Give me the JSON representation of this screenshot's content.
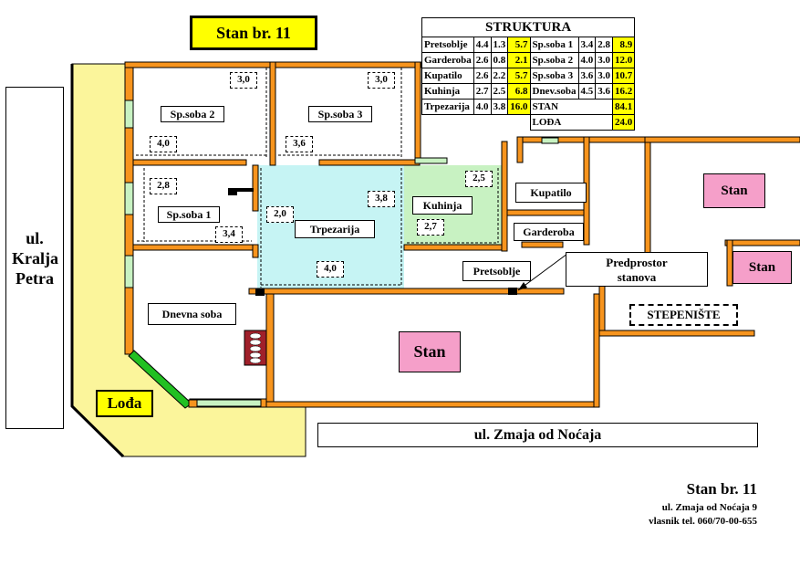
{
  "header": {
    "title": "Stan br. 11"
  },
  "streets": {
    "left": "ul. Kralja Petra",
    "bottom": "ul. Zmaja od Noćaja"
  },
  "rooms": {
    "spsoba2": "Sp.soba 2",
    "spsoba3": "Sp.soba 3",
    "spsoba1": "Sp.soba 1",
    "trpezarija": "Trpezarija",
    "kuhinja": "Kuhinja",
    "kupatilo": "Kupatilo",
    "garderoba": "Garderoba",
    "pretsoblje": "Pretsoblje",
    "dnevna": "Dnevna soba",
    "loda": "Lođa"
  },
  "dimensions": {
    "spsoba2_h": "3,0",
    "spsoba2_w": "4,0",
    "spsoba3_h": "3,0",
    "spsoba3_w": "3,6",
    "spsoba1_h": "2,8",
    "spsoba1_w": "3,4",
    "trpezarija_h": "2,0",
    "trpezarija_h2": "3,8",
    "trpezarija_w": "4,0",
    "kuhinja_h": "2,5",
    "kuhinja_w": "2,7"
  },
  "labels": {
    "stan_main": "Stan",
    "stan_right1": "Stan",
    "stan_right2": "Stan",
    "predprostor": "Predprostor stanova",
    "stepeniste": "STEPENIŠTE"
  },
  "structure": {
    "title": "STRUKTURA",
    "rows": [
      {
        "a": "Pretsoblje",
        "a1": "4.4",
        "a2": "1.3",
        "a3": "5.7",
        "b": "Sp.soba 1",
        "b1": "3.4",
        "b2": "2.8",
        "b3": "8.9"
      },
      {
        "a": "Garderoba",
        "a1": "2.6",
        "a2": "0.8",
        "a3": "2.1",
        "b": "Sp.soba 2",
        "b1": "4.0",
        "b2": "3.0",
        "b3": "12.0"
      },
      {
        "a": "Kupatilo",
        "a1": "2.6",
        "a2": "2.2",
        "a3": "5.7",
        "b": "Sp.soba 3",
        "b1": "3.6",
        "b2": "3.0",
        "b3": "10.7"
      },
      {
        "a": "Kuhinja",
        "a1": "2.7",
        "a2": "2.5",
        "a3": "6.8",
        "b": "Dnev.soba",
        "b1": "4.5",
        "b2": "3.6",
        "b3": "16.2"
      }
    ],
    "trpezarija": {
      "name": "Trpezarija",
      "w": "4.0",
      "h": "3.8",
      "area": "16.0"
    },
    "stan": {
      "label": "STAN",
      "value": "84.1"
    },
    "loda": {
      "label": "LOĐA",
      "value": "24.0"
    }
  },
  "footer": {
    "title": "Stan br. 11",
    "address": "ul. Zmaja od Noćaja 9",
    "phone": "vlasnik tel. 060/70-00-655"
  },
  "colors": {
    "wall": "#f7941d",
    "loda": "#fbf59b",
    "trpezarija": "#c6f4f4",
    "kuhinja": "#c8f2c2",
    "stan": "#f59fc9",
    "title_bg": "#ffff00",
    "window": "#c8f2c2"
  }
}
